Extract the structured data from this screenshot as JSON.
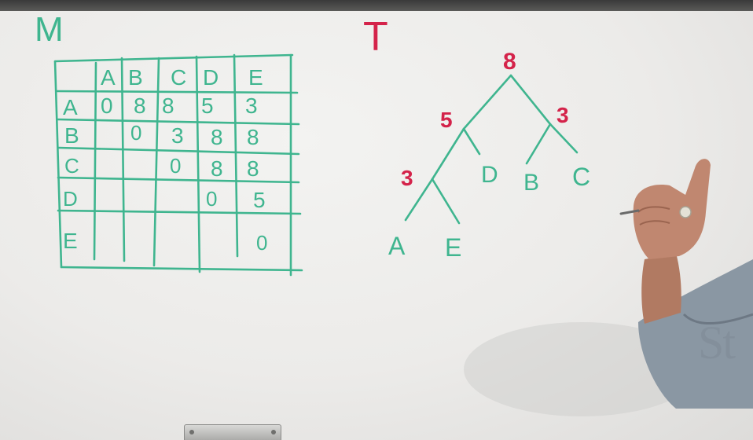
{
  "matrix_title": "M",
  "tree_title": "T",
  "matrix": {
    "col_headers": [
      "A",
      "B",
      "C",
      "D",
      "E"
    ],
    "row_headers": [
      "A",
      "B",
      "C",
      "D",
      "E"
    ],
    "rows": [
      [
        "0",
        "8",
        "8",
        "5",
        "3"
      ],
      [
        "",
        "0",
        "3",
        "8",
        "8"
      ],
      [
        "",
        "",
        "0",
        "8",
        "8"
      ],
      [
        "",
        "",
        "",
        "0",
        "5"
      ],
      [
        "",
        "",
        "",
        "",
        "0"
      ]
    ]
  },
  "tree": {
    "root_weight": "8",
    "left_weight": "5",
    "right_weight": "3",
    "inner_weight": "3",
    "leaves": [
      "A",
      "E",
      "D",
      "B",
      "C"
    ]
  },
  "watermark": "St",
  "colors": {
    "marker_green": "#3fb58f",
    "marker_red": "#d4234a"
  }
}
